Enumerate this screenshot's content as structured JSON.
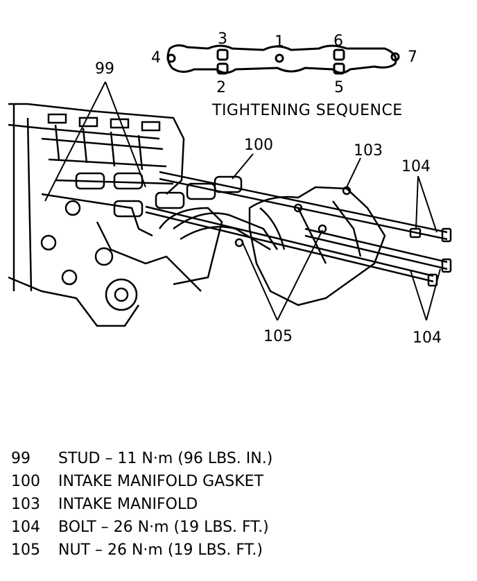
{
  "diagram": {
    "sequence_title": "TIGHTENING SEQUENCE",
    "sequence_numbers": [
      "1",
      "2",
      "3",
      "4",
      "5",
      "6",
      "7"
    ],
    "callouts": {
      "c99": "99",
      "c100": "100",
      "c103": "103",
      "c104_top": "104",
      "c104_bottom": "104",
      "c105": "105"
    }
  },
  "legend": [
    {
      "num": "99",
      "text": "STUD – 11 N·m (96 LBS. IN.)"
    },
    {
      "num": "100",
      "text": "INTAKE MANIFOLD GASKET"
    },
    {
      "num": "103",
      "text": "INTAKE MANIFOLD"
    },
    {
      "num": "104",
      "text": "BOLT – 26 N·m (19 LBS. FT.)"
    },
    {
      "num": "105",
      "text": "NUT – 26 N·m (19 LBS. FT.)"
    }
  ]
}
